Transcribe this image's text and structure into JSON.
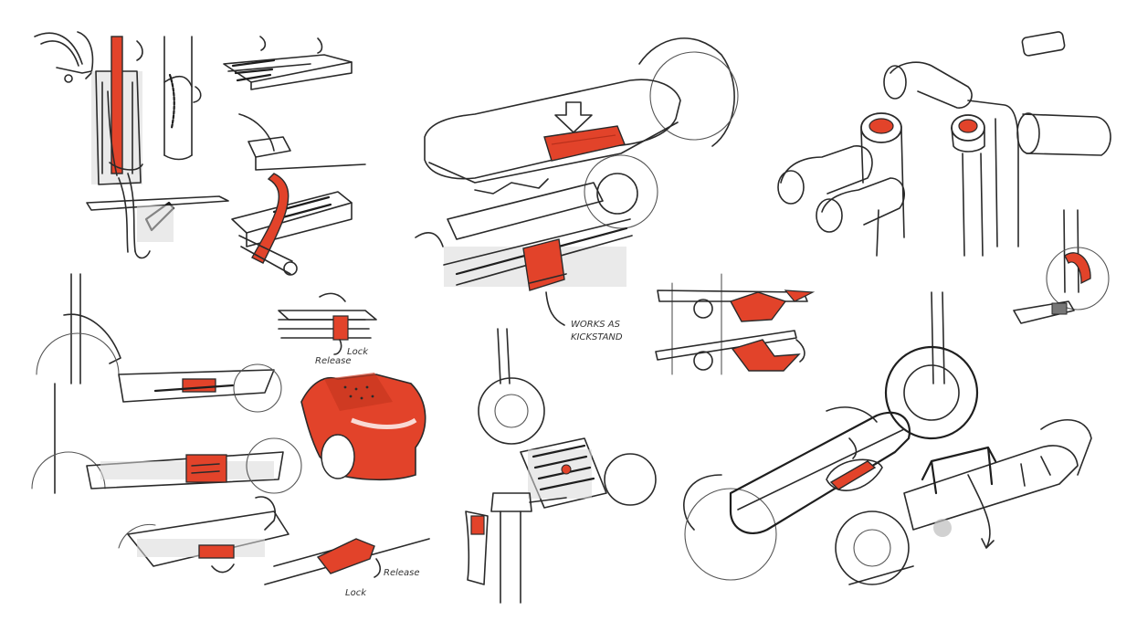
{
  "sheet": {
    "annotations": {
      "kickstand_line1": "WORKS AS",
      "kickstand_line2": "KICKSTAND",
      "lock_label": "Lock",
      "release_label": "Release",
      "release_label_2": "Release",
      "lock_label_2": "Lock"
    }
  },
  "colors": {
    "ink": "#2a2a2a",
    "accent": "#e2432a",
    "accent_dark": "#b8301c",
    "shade": "#d9d9d9"
  }
}
